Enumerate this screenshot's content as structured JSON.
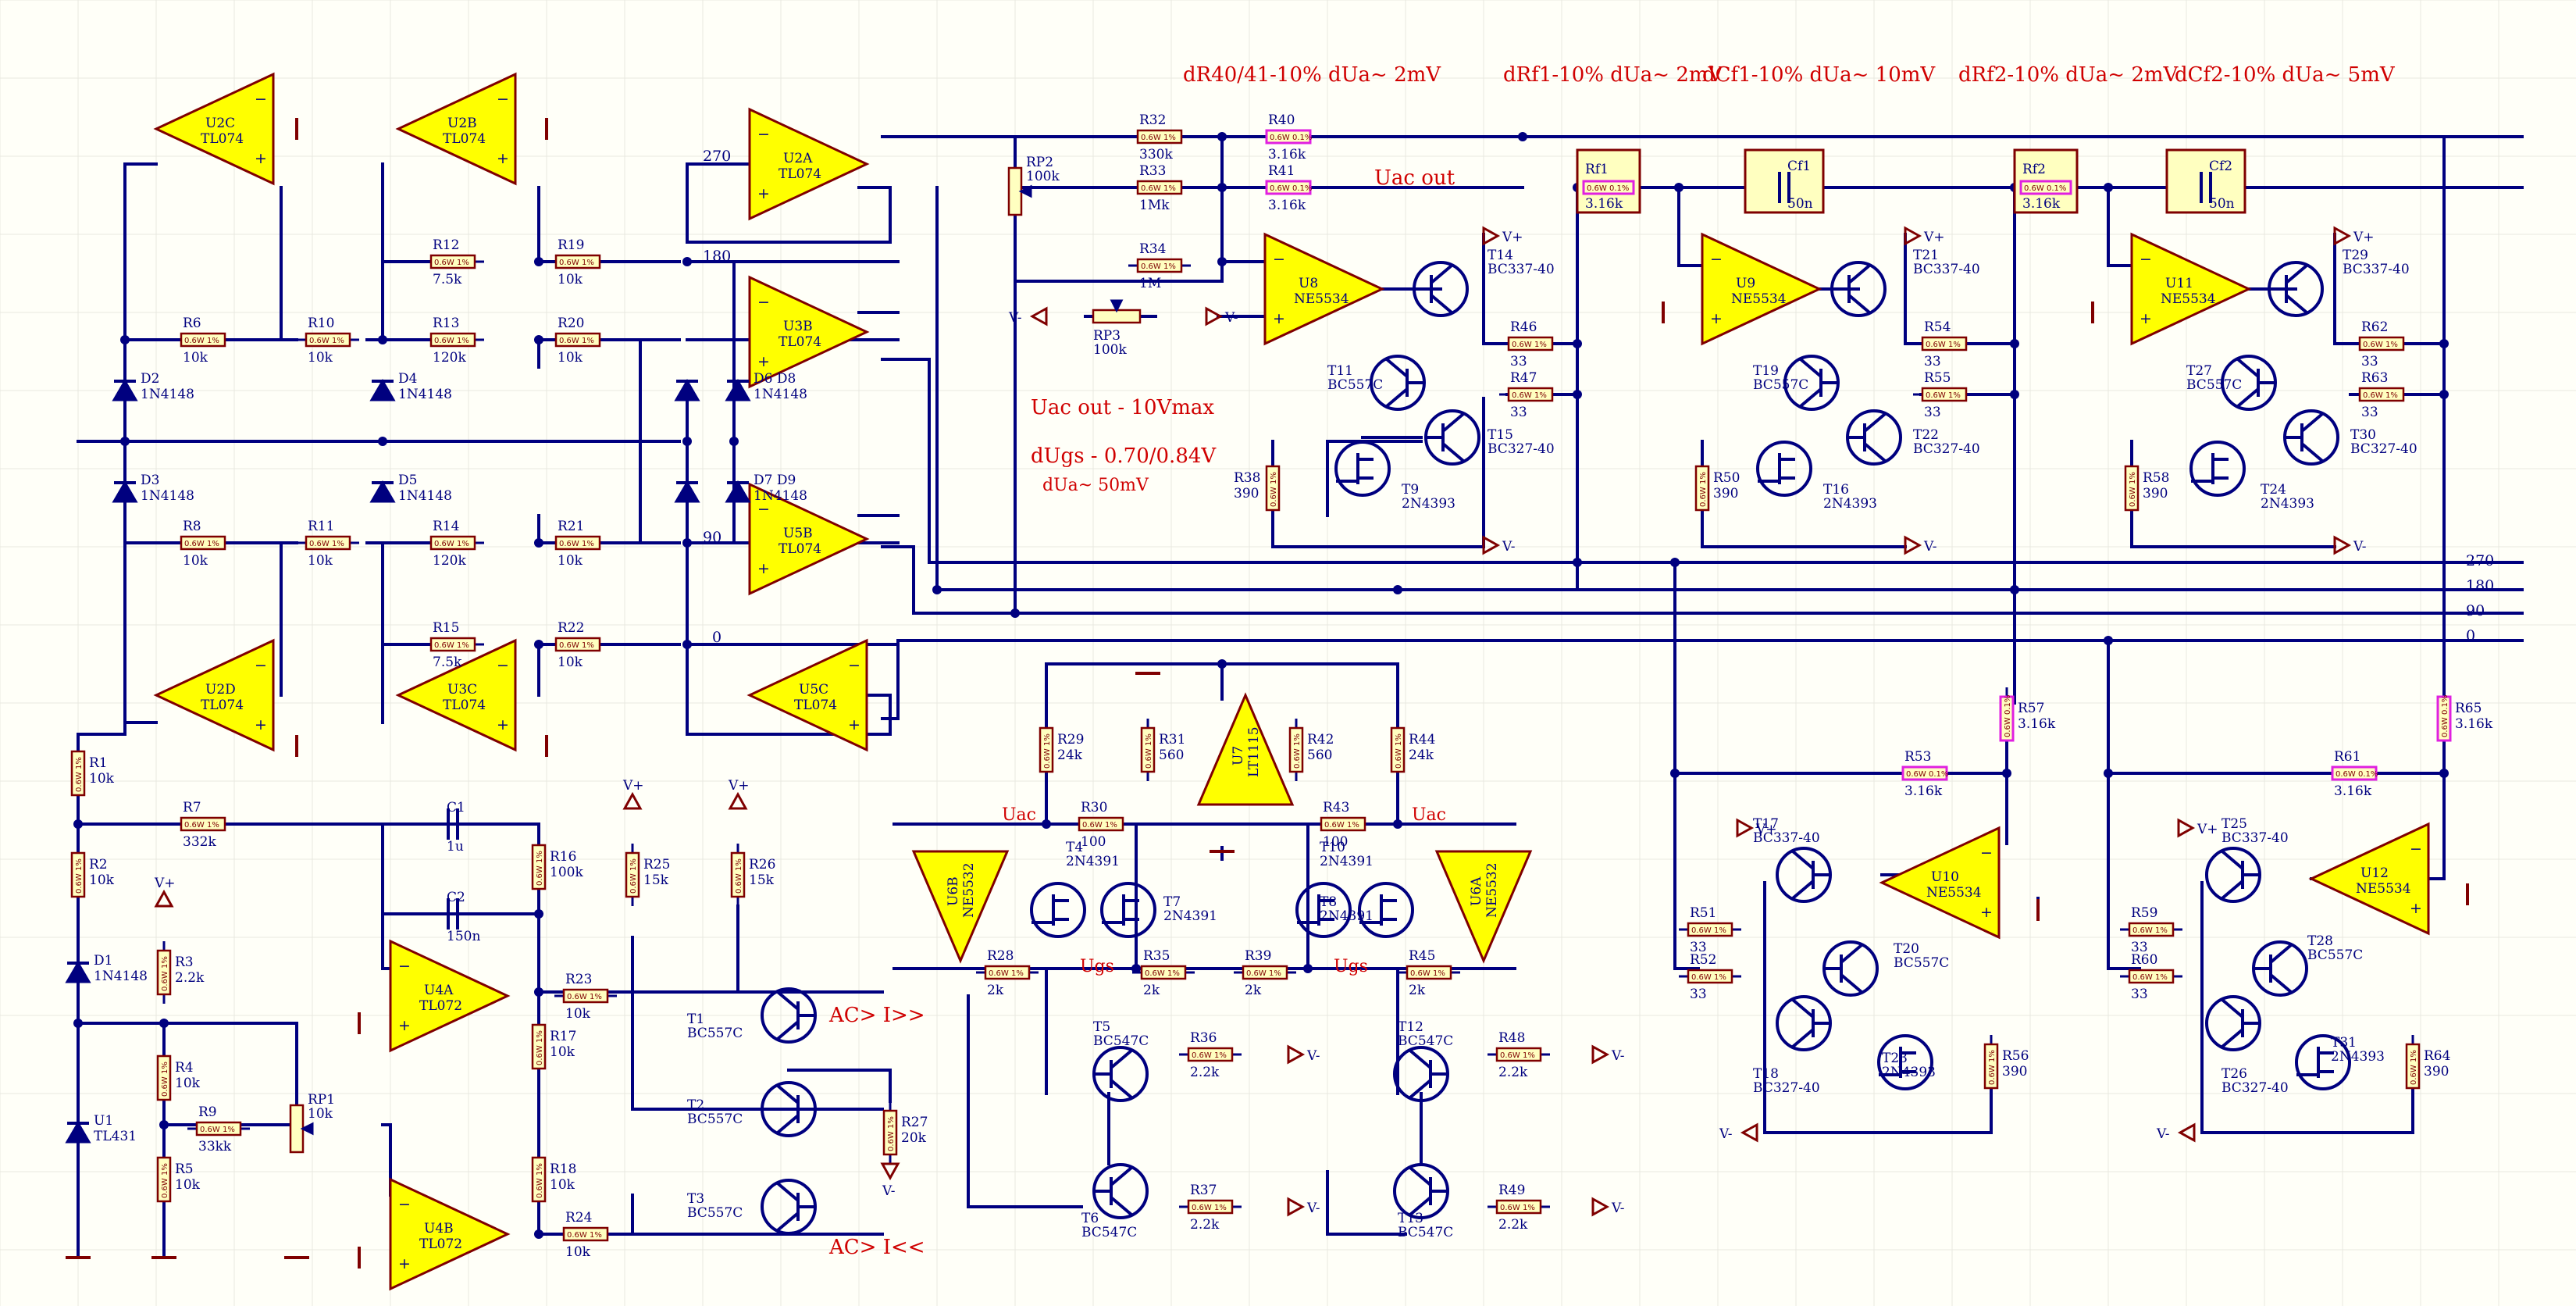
{
  "annotations": {
    "drift_notes": [
      "dR40/41-10% dUa~ 2mV",
      "dRf1-10% dUa~ 2mV",
      "dCf1-10% dUa~ 10mV",
      "dRf2-10% dUa~ 2mV",
      "dCf2-10% dUa~ 5mV"
    ],
    "uac_out_max": "Uac out - 10Vmax",
    "dugs": "dUgs - 0.70/0.84V",
    "dua": "dUa~ 50mV",
    "uac_out": "Uac out",
    "uac": "Uac",
    "ugs": "Ugs",
    "ac_high": "AC> I>>",
    "ac_low": "AC> I<<"
  },
  "buses": {
    "b270": "270",
    "b180": "180",
    "b90": "90",
    "b0": "0"
  },
  "power": {
    "vplus": "V+",
    "vminus": "V-"
  },
  "tol": {
    "r": "0.6W 1%",
    "rp": "0.6W 0.1%"
  },
  "opamps": {
    "U2C": {
      "ref": "U2C",
      "part": "TL074"
    },
    "U2B": {
      "ref": "U2B",
      "part": "TL074"
    },
    "U2A": {
      "ref": "U2A",
      "part": "TL074"
    },
    "U3B": {
      "ref": "U3B",
      "part": "TL074"
    },
    "U5B": {
      "ref": "U5B",
      "part": "TL074"
    },
    "U5C": {
      "ref": "U5C",
      "part": "TL074"
    },
    "U2D": {
      "ref": "U2D",
      "part": "TL074"
    },
    "U3C": {
      "ref": "U3C",
      "part": "TL074"
    },
    "U4A": {
      "ref": "U4A",
      "part": "TL072"
    },
    "U4B": {
      "ref": "U4B",
      "part": "TL072"
    },
    "U8": {
      "ref": "U8",
      "part": "NE5534"
    },
    "U9": {
      "ref": "U9",
      "part": "NE5534"
    },
    "U11": {
      "ref": "U11",
      "part": "NE5534"
    },
    "U10": {
      "ref": "U10",
      "part": "NE5534"
    },
    "U12": {
      "ref": "U12",
      "part": "NE5534"
    },
    "U6B": {
      "ref": "U6B",
      "part": "NE5532"
    },
    "U6A": {
      "ref": "U6A",
      "part": "NE5532"
    },
    "U7": {
      "ref": "U7",
      "part": "LT1115"
    }
  },
  "resistors": {
    "R6": {
      "ref": "R6",
      "val": "10k"
    },
    "R10": {
      "ref": "R10",
      "val": "10k"
    },
    "R12": {
      "ref": "R12",
      "val": "7.5k"
    },
    "R13": {
      "ref": "R13",
      "val": "120k"
    },
    "R19": {
      "ref": "R19",
      "val": "10k"
    },
    "R20": {
      "ref": "R20",
      "val": "10k"
    },
    "R8": {
      "ref": "R8",
      "val": "10k"
    },
    "R11": {
      "ref": "R11",
      "val": "10k"
    },
    "R14": {
      "ref": "R14",
      "val": "120k"
    },
    "R15": {
      "ref": "R15",
      "val": "7.5k"
    },
    "R21": {
      "ref": "R21",
      "val": "10k"
    },
    "R22": {
      "ref": "R22",
      "val": "10k"
    },
    "R1": {
      "ref": "R1",
      "val": "10k"
    },
    "R2": {
      "ref": "R2",
      "val": "10k"
    },
    "R7": {
      "ref": "R7",
      "val": "332k"
    },
    "R16": {
      "ref": "R16",
      "val": "100k"
    },
    "R3": {
      "ref": "R3",
      "val": "2.2k"
    },
    "R4": {
      "ref": "R4",
      "val": "10k"
    },
    "R5": {
      "ref": "R5",
      "val": "10k"
    },
    "R9": {
      "ref": "R9",
      "val": "33kk"
    },
    "R17": {
      "ref": "R17",
      "val": "10k"
    },
    "R18": {
      "ref": "R18",
      "val": "10k"
    },
    "R23": {
      "ref": "R23",
      "val": "10k"
    },
    "R24": {
      "ref": "R24",
      "val": "10k"
    },
    "R25": {
      "ref": "R25",
      "val": "15k"
    },
    "R26": {
      "ref": "R26",
      "val": "15k"
    },
    "R27": {
      "ref": "R27",
      "val": "20k"
    },
    "R32": {
      "ref": "R32",
      "val": "330k"
    },
    "R33": {
      "ref": "R33",
      "val": "1Mk"
    },
    "R34": {
      "ref": "R34",
      "val": "1M"
    },
    "R40": {
      "ref": "R40",
      "val": "3.16k"
    },
    "R41": {
      "ref": "R41",
      "val": "3.16k"
    },
    "R46": {
      "ref": "R46",
      "val": "33"
    },
    "R47": {
      "ref": "R47",
      "val": "33"
    },
    "R38": {
      "ref": "R38",
      "val": "390"
    },
    "R54": {
      "ref": "R54",
      "val": "33"
    },
    "R55": {
      "ref": "R55",
      "val": "33"
    },
    "R50": {
      "ref": "R50",
      "val": "390"
    },
    "R62": {
      "ref": "R62",
      "val": "33"
    },
    "R63": {
      "ref": "R63",
      "val": "33"
    },
    "R58": {
      "ref": "R58",
      "val": "390"
    },
    "R29": {
      "ref": "R29",
      "val": "24k"
    },
    "R31": {
      "ref": "R31",
      "val": "560"
    },
    "R42": {
      "ref": "R42",
      "val": "560"
    },
    "R44": {
      "ref": "R44",
      "val": "24k"
    },
    "R30": {
      "ref": "R30",
      "val": "100"
    },
    "R43": {
      "ref": "R43",
      "val": "100"
    },
    "R28": {
      "ref": "R28",
      "val": "2k"
    },
    "R35": {
      "ref": "R35",
      "val": "2k"
    },
    "R39": {
      "ref": "R39",
      "val": "2k"
    },
    "R45": {
      "ref": "R45",
      "val": "2k"
    },
    "R36": {
      "ref": "R36",
      "val": "2.2k"
    },
    "R37": {
      "ref": "R37",
      "val": "2.2k"
    },
    "R48": {
      "ref": "R48",
      "val": "2.2k"
    },
    "R49": {
      "ref": "R49",
      "val": "2.2k"
    },
    "R57": {
      "ref": "R57",
      "val": "3.16k"
    },
    "R53": {
      "ref": "R53",
      "val": "3.16k"
    },
    "R51": {
      "ref": "R51",
      "val": "33"
    },
    "R52": {
      "ref": "R52",
      "val": "33"
    },
    "R56": {
      "ref": "R56",
      "val": "390"
    },
    "R65": {
      "ref": "R65",
      "val": "3.16k"
    },
    "R61": {
      "ref": "R61",
      "val": "3.16k"
    },
    "R59": {
      "ref": "R59",
      "val": "33"
    },
    "R60": {
      "ref": "R60",
      "val": "33"
    },
    "R64": {
      "ref": "R64",
      "val": "390"
    },
    "Rf1": {
      "ref": "Rf1",
      "val": "3.16k"
    },
    "Rf2": {
      "ref": "Rf2",
      "val": "3.16k"
    }
  },
  "pots": {
    "RP1": {
      "ref": "RP1",
      "val": "10k"
    },
    "RP2": {
      "ref": "RP2",
      "val": "100k"
    },
    "RP3": {
      "ref": "RP3",
      "val": "100k"
    }
  },
  "caps": {
    "C1": {
      "ref": "C1",
      "val": "1u"
    },
    "C2": {
      "ref": "C2",
      "val": "150n"
    },
    "Cf1": {
      "ref": "Cf1",
      "val": "50n"
    },
    "Cf2": {
      "ref": "Cf2",
      "val": "50n"
    }
  },
  "diodes": {
    "D1": {
      "ref": "D1",
      "val": "1N4148"
    },
    "D2": {
      "ref": "D2",
      "val": "1N4148"
    },
    "D3": {
      "ref": "D3",
      "val": "1N4148"
    },
    "D4": {
      "ref": "D4",
      "val": "1N4148"
    },
    "D5": {
      "ref": "D5",
      "val": "1N4148"
    },
    "D6D8": {
      "ref": "D6  D8",
      "val": "1N4148"
    },
    "D7D9": {
      "ref": "D7  D9",
      "val": "1N4148"
    },
    "U1": {
      "ref": "U1",
      "val": "TL431"
    }
  },
  "transistors": {
    "T1": {
      "ref": "T1",
      "val": "BC557C"
    },
    "T2": {
      "ref": "T2",
      "val": "BC557C"
    },
    "T3": {
      "ref": "T3",
      "val": "BC557C"
    },
    "T4": {
      "ref": "T4",
      "val": "2N4391"
    },
    "T7": {
      "ref": "T7",
      "val": "2N4391"
    },
    "T8": {
      "ref": "T8",
      "val": "2N4391"
    },
    "T10": {
      "ref": "T10",
      "val": "2N4391"
    },
    "T5": {
      "ref": "T5",
      "val": "BC547C"
    },
    "T6": {
      "ref": "T6",
      "val": "BC547C"
    },
    "T12": {
      "ref": "T12",
      "val": "BC547C"
    },
    "T13": {
      "ref": "T13",
      "val": "BC547C"
    },
    "T14": {
      "ref": "T14",
      "val": "BC337-40"
    },
    "T11": {
      "ref": "T11",
      "val": "BC557C"
    },
    "T15": {
      "ref": "T15",
      "val": "BC327-40"
    },
    "T9": {
      "ref": "T9",
      "val": "2N4393"
    },
    "T21": {
      "ref": "T21",
      "val": "BC337-40"
    },
    "T19": {
      "ref": "T19",
      "val": "BC557C"
    },
    "T22": {
      "ref": "T22",
      "val": "BC327-40"
    },
    "T16": {
      "ref": "T16",
      "val": "2N4393"
    },
    "T29": {
      "ref": "T29",
      "val": "BC337-40"
    },
    "T27": {
      "ref": "T27",
      "val": "BC557C"
    },
    "T30": {
      "ref": "T30",
      "val": "BC327-40"
    },
    "T24": {
      "ref": "T24",
      "val": "2N4393"
    },
    "T17": {
      "ref": "T17",
      "val": "BC337-40"
    },
    "T20": {
      "ref": "T20",
      "val": "BC557C"
    },
    "T18": {
      "ref": "T18",
      "val": "BC327-40"
    },
    "T23": {
      "ref": "T23",
      "val": "2N4393"
    },
    "T25": {
      "ref": "T25",
      "val": "BC337-40"
    },
    "T28": {
      "ref": "T28",
      "val": "BC557C"
    },
    "T26": {
      "ref": "T26",
      "val": "BC327-40"
    },
    "T31": {
      "ref": "T31",
      "val": "2N4393"
    }
  }
}
